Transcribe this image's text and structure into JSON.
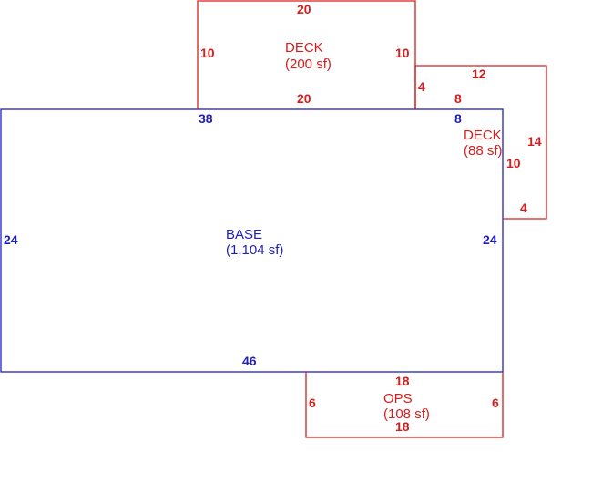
{
  "colors": {
    "base": "#1f1fbf",
    "addition": "#d91c1c",
    "background": "#ffffff"
  },
  "areas": {
    "base": {
      "name": "BASE",
      "area": "(1,104 sf)"
    },
    "deck_top": {
      "name": "DECK",
      "area": "(200 sf)"
    },
    "deck_right": {
      "name": "DECK",
      "area": "(88 sf)"
    },
    "ops": {
      "name": "OPS",
      "area": "(108 sf)"
    }
  },
  "dimensions": {
    "base_top": "38",
    "base_top_right": "8",
    "base_left": "24",
    "base_right": "24",
    "base_bottom": "46",
    "deck_top_top": "20",
    "deck_top_bottom": "20",
    "deck_top_left": "10",
    "deck_top_right": "10",
    "deck_right_top": "12",
    "deck_right_step": "4",
    "deck_right_inner_top": "8",
    "deck_right_outer": "14",
    "deck_right_inner_side": "10",
    "deck_right_bottom": "4",
    "ops_top": "18",
    "ops_bottom": "18",
    "ops_left": "6",
    "ops_right": "6"
  }
}
